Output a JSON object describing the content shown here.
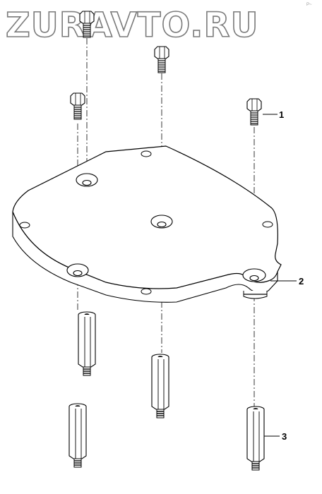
{
  "watermark": "ZURAVTO.RU",
  "corner_mark": "P~",
  "callouts": [
    {
      "id": "1",
      "text": "1"
    },
    {
      "id": "2",
      "text": "2"
    },
    {
      "id": "3",
      "text": "3"
    }
  ],
  "parts": {
    "bolts": [
      "bolt",
      "bolt",
      "bolt",
      "bolt"
    ],
    "plate": "mounting-plate",
    "spacers": [
      "hex-spacer",
      "hex-spacer",
      "hex-spacer",
      "hex-spacer"
    ]
  }
}
